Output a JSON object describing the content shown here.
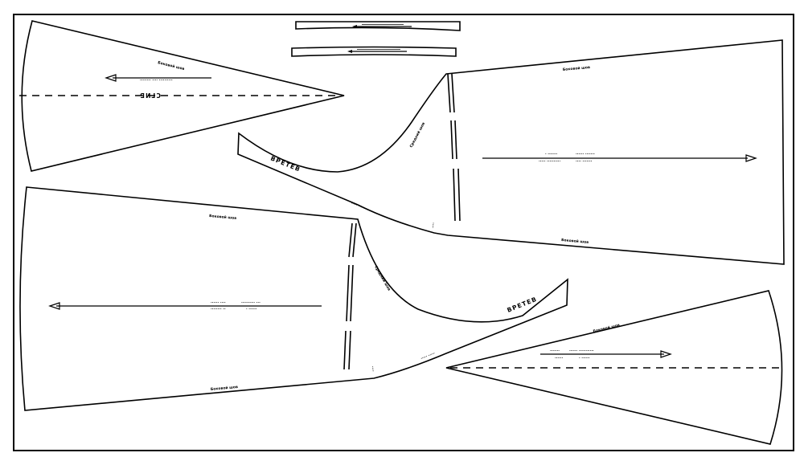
{
  "pattern": {
    "labels": {
      "side_seam": "Боковой шов",
      "crotch": "Средний шов",
      "fold_center": "СГИБ",
      "cut": "ВРЕТЕВ",
      "cut_mirrored": "ВРЕТЕВ"
    },
    "colors": {
      "line": "#000000",
      "paper": "#ffffff"
    }
  }
}
